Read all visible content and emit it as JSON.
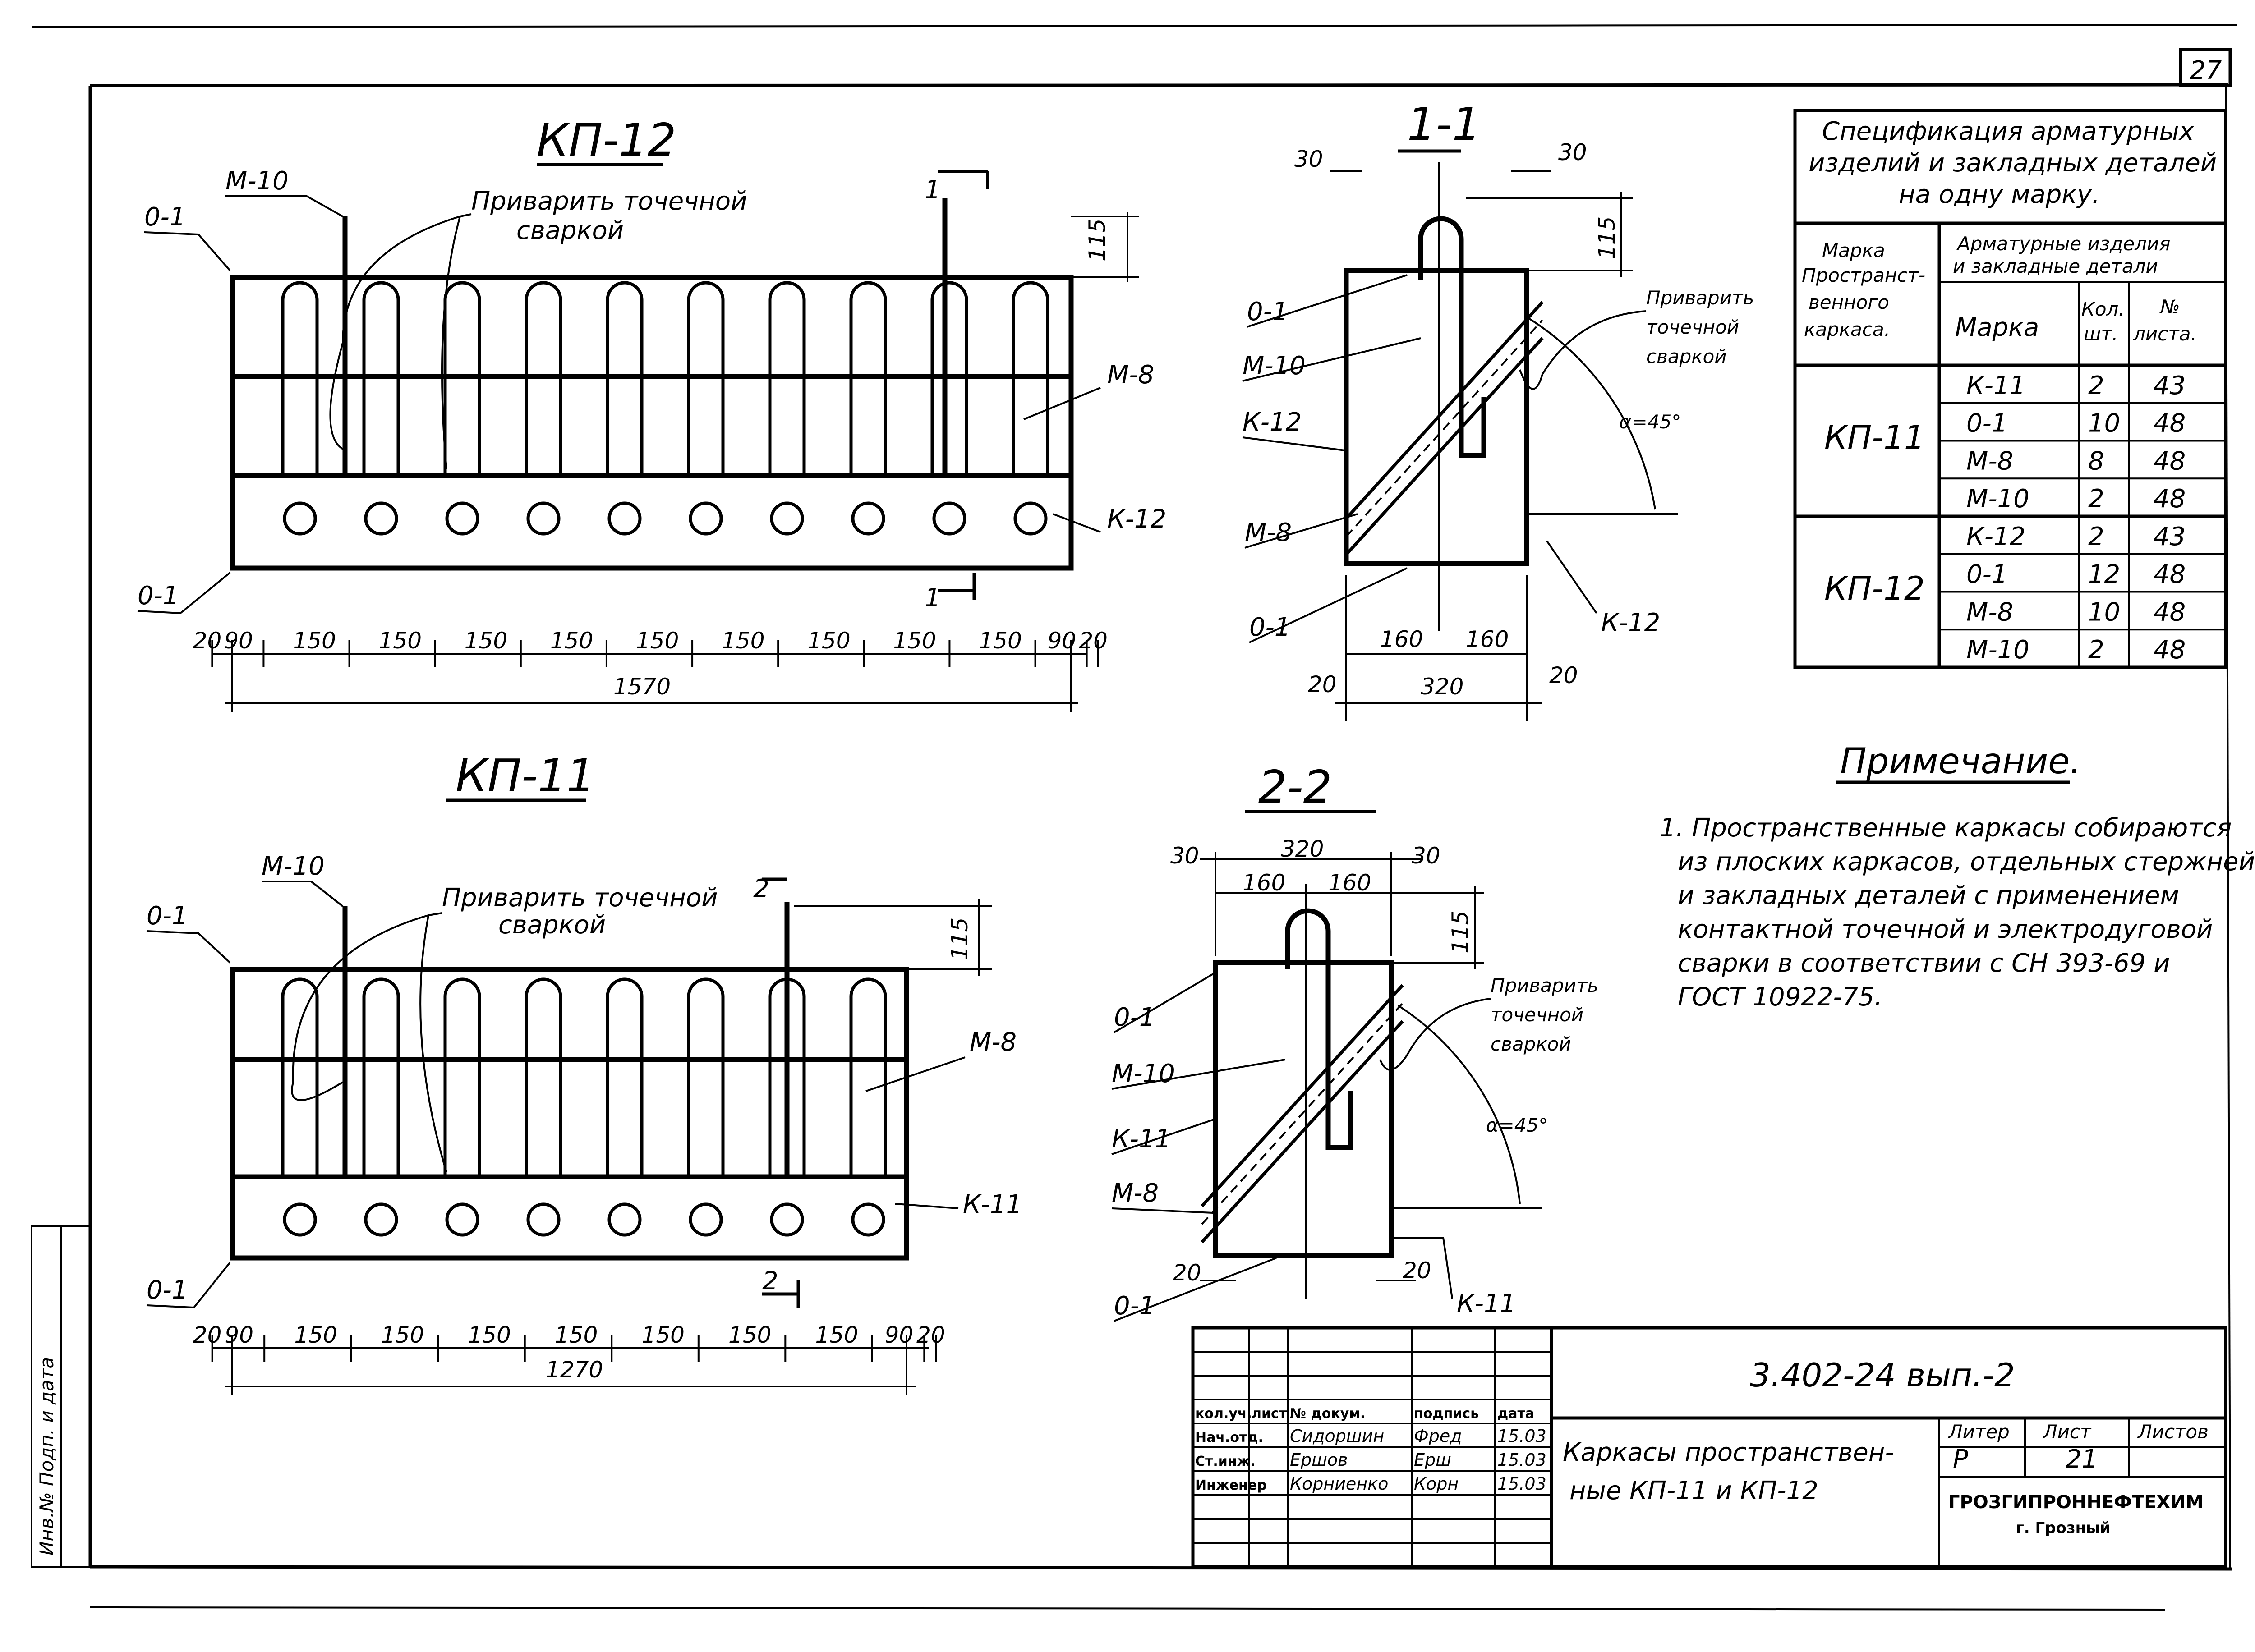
{
  "page_number": "27",
  "views": {
    "kp12_top": {
      "title": "КП-12",
      "weld_note": [
        "Приварить точечной",
        "сваркой"
      ],
      "labels": {
        "o1_top": "0-1",
        "m10": "М-10",
        "m8": "М-8",
        "k12": "К-12",
        "o1_bottom": "0-1",
        "sec_top": "1",
        "sec_bottom": "1"
      },
      "height_dim": "115",
      "spacing_dims": [
        "20",
        "90",
        "150",
        "150",
        "150",
        "150",
        "150",
        "150",
        "150",
        "150",
        "150",
        "90",
        "20"
      ],
      "overall_dim": "1570"
    },
    "kp11_top": {
      "title": "КП-11",
      "weld_note": [
        "Приварить точечной",
        "сваркой"
      ],
      "labels": {
        "o1_top": "0-1",
        "m10": "М-10",
        "m8": "М-8",
        "k11": "К-11",
        "o1_bottom": "0-1",
        "sec_top": "2",
        "sec_bottom": "2"
      },
      "height_dim": "115",
      "spacing_dims": [
        "20",
        "90",
        "150",
        "150",
        "150",
        "150",
        "150",
        "150",
        "150",
        "90",
        "20"
      ],
      "overall_dim": "1270"
    },
    "section_1_1": {
      "title": "1-1",
      "weld_note": [
        "Приварить",
        "точечной",
        "сваркой"
      ],
      "labels": {
        "o1_top": "0-1",
        "m10": "М-10",
        "k12_left": "К-12",
        "m8": "М-8",
        "o1_bottom": "0-1",
        "k12_right": "К-12"
      },
      "angle": "α=45°",
      "dims": {
        "top_left": "30",
        "top_right": "30",
        "height": "115",
        "half_left": "160",
        "half_right": "160",
        "width": "320",
        "side_left": "20",
        "side_right": "20"
      }
    },
    "section_2_2": {
      "title": "2-2",
      "weld_note": [
        "Приварить",
        "точечной",
        "сваркой"
      ],
      "labels": {
        "o1_top": "0-1",
        "m10": "М-10",
        "k11_left": "К-11",
        "m8": "М-8",
        "o1_bottom": "0-1",
        "k11_right": "К-11"
      },
      "angle": "α=45°",
      "dims": {
        "top_left": "30",
        "top_right": "30",
        "width": "320",
        "half_left": "160",
        "half_right": "160",
        "height": "115",
        "side_left": "20",
        "side_right": "20"
      }
    }
  },
  "spec_table": {
    "title": [
      "Спецификация арматурных",
      "изделий и закладных деталей",
      "на одну марку."
    ],
    "header_col1": [
      "Марка",
      "Пространст-",
      "венного",
      "каркаса."
    ],
    "header_group": [
      "Арматурные изделия",
      "и закладные детали"
    ],
    "header_sub": {
      "mark": "Марка",
      "qty": [
        "Кол.",
        "шт."
      ],
      "sheet": [
        "№",
        "листа."
      ]
    },
    "groups": [
      {
        "frame": "КП-11",
        "rows": [
          [
            "К-11",
            "2",
            "43"
          ],
          [
            "0-1",
            "10",
            "48"
          ],
          [
            "М-8",
            "8",
            "48"
          ],
          [
            "М-10",
            "2",
            "48"
          ]
        ]
      },
      {
        "frame": "КП-12",
        "rows": [
          [
            "К-12",
            "2",
            "43"
          ],
          [
            "0-1",
            "12",
            "48"
          ],
          [
            "М-8",
            "10",
            "48"
          ],
          [
            "М-10",
            "2",
            "48"
          ]
        ]
      }
    ]
  },
  "note": {
    "heading": "Примечание.",
    "lines": [
      "1. Пространственные каркасы собираются",
      "из плоских каркасов, отдельных стержней",
      "и закладных деталей с применением",
      "контактной точечной и электродуговой",
      "сварки в соответствии с СН 393-69 и",
      "ГОСТ 10922-75."
    ]
  },
  "title_block": {
    "doc_code": "3.402-24 вып.-2",
    "col_headers": [
      "кол.уч.",
      "лист",
      "№ докум.",
      "подпись",
      "дата"
    ],
    "staff": [
      {
        "role": "Нач.отд.",
        "name": "Сидоршин",
        "sign": "Фред",
        "date": "15.03"
      },
      {
        "role": "Ст.инж.",
        "name": "Ершов",
        "sign": "Ерш",
        "date": "15.03"
      },
      {
        "role": "Инженер",
        "name": "Корниенко",
        "sign": "Корн",
        "date": "15.03"
      }
    ],
    "drawing_title": [
      "Каркасы пространствен-",
      "ные  КП-11 и КП-12"
    ],
    "liter_label": "Литер",
    "liter": "Р",
    "sheet_label": "Лист",
    "sheet": "21",
    "sheets_label": "Листов",
    "org": "ГРОЗГИПРОННЕФТЕХИМ",
    "city": "г. Грозный"
  },
  "side_stamp": "Инв.№ Подп. и дата"
}
